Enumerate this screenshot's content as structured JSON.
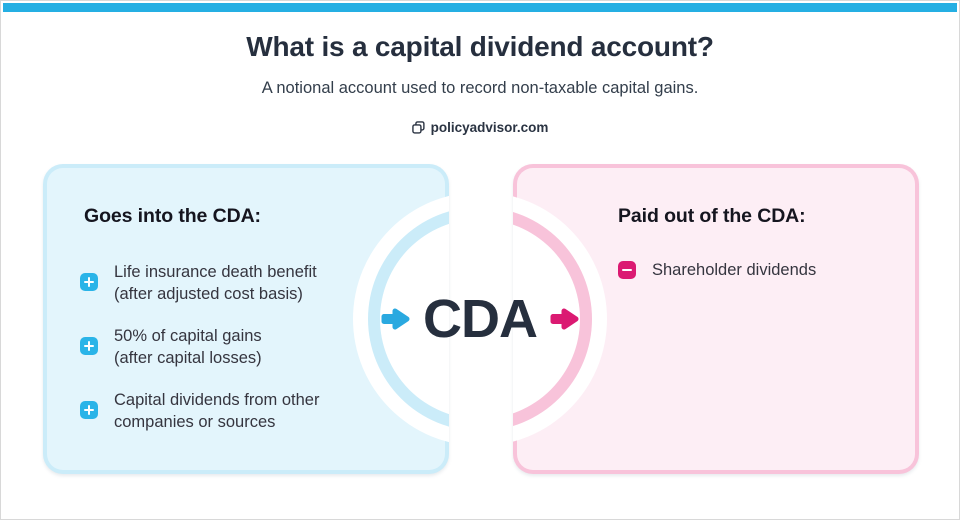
{
  "header": {
    "title": "What is a capital dividend account?",
    "subtitle": "A notional account used to record non-taxable capital gains.",
    "brand": "policyadvisor.com"
  },
  "hub": {
    "label": "CDA"
  },
  "left_box": {
    "heading": "Goes into the CDA:",
    "items": [
      {
        "line1": "Life insurance death benefit",
        "line2": "(after adjusted cost basis)"
      },
      {
        "line1": "50% of capital gains",
        "line2": "(after capital losses)"
      },
      {
        "line1": "Capital dividends from other",
        "line2": "companies or sources"
      }
    ]
  },
  "right_box": {
    "heading": "Paid out of the CDA:",
    "items": [
      {
        "line1": "Shareholder dividends"
      }
    ]
  },
  "colors": {
    "accent": "#25afe3",
    "ink": "#262f3e",
    "blue_fill": "#e3f5fc",
    "blue_border": "#cbecf9",
    "pink_fill": "#fdeef5",
    "pink_border": "#f8c3da",
    "plus_icon": "#2ab4e8",
    "minus_icon": "#db1a72",
    "arrow_blue": "#2aa9e0",
    "arrow_pink": "#db1a72"
  }
}
